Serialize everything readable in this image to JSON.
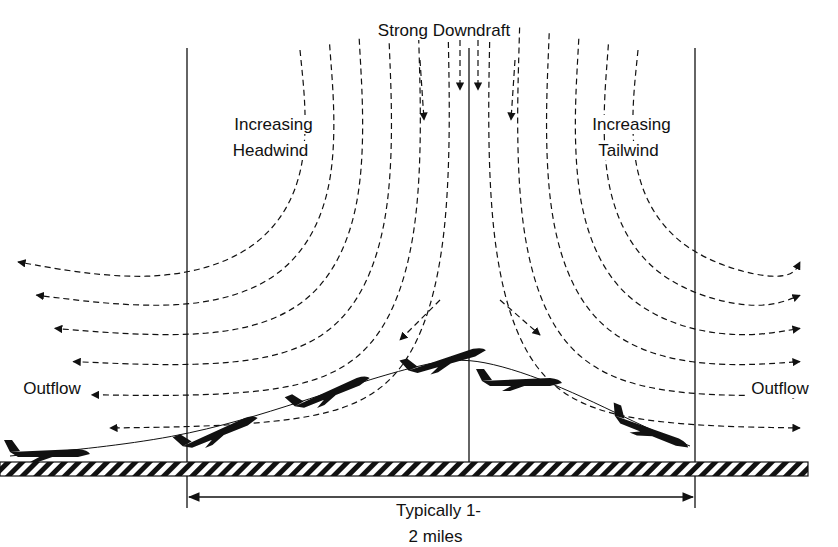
{
  "diagram": {
    "labels": [
      "Strong Downdraft",
      "Increasing Headwind",
      "Increasing Tailwind",
      "Outflow",
      "Outflow",
      "Typically 1-2 miles"
    ]
  }
}
